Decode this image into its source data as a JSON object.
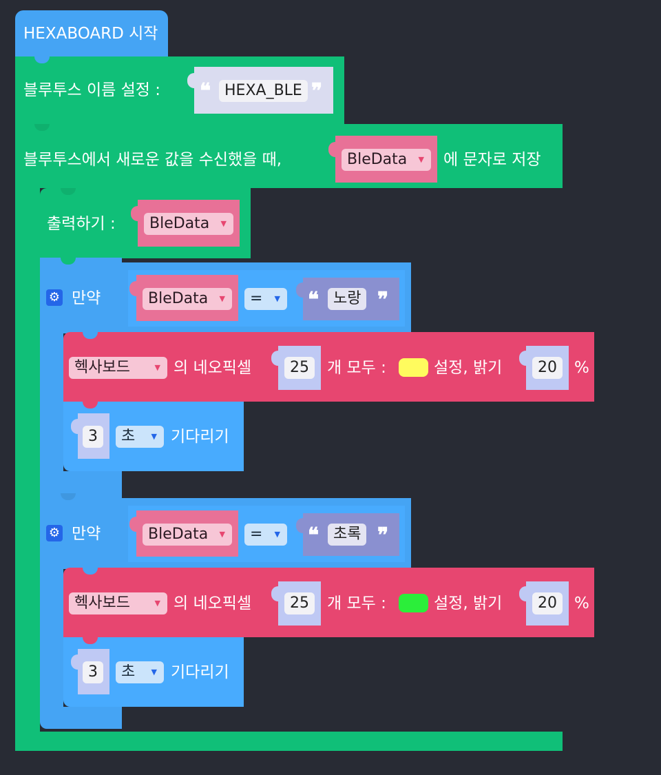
{
  "start_block": {
    "title": "HEXABOARD 시작"
  },
  "ble_name": {
    "label": "블루투스 이름 설정 :",
    "value": "HEXA_BLE"
  },
  "ble_receive": {
    "label_before": "블루투스에서 새로운 값을 수신했을 때,",
    "variable": "BleData",
    "label_after": "에 문자로 저장"
  },
  "print_block": {
    "label": "출력하기 :",
    "variable": "BleData"
  },
  "if_blocks": [
    {
      "label": "만약",
      "variable": "BleData",
      "operator": "=",
      "compare_value": "노랑",
      "neopixel": {
        "device": "헥사보드",
        "text1": "의 네오픽셀",
        "count": "25",
        "text2": "개 모두 :",
        "color": "#fffb5e",
        "text3": "설정, 밝기",
        "brightness": "20",
        "unit": "%"
      },
      "wait": {
        "amount": "3",
        "unit": "초",
        "label": "기다리기"
      }
    },
    {
      "label": "만약",
      "variable": "BleData",
      "operator": "=",
      "compare_value": "초록",
      "neopixel": {
        "device": "헥사보드",
        "text1": "의 네오픽셀",
        "count": "25",
        "text2": "개 모두 :",
        "color": "#2bee3a",
        "text3": "설정, 밝기",
        "brightness": "20",
        "unit": "%"
      },
      "wait": {
        "amount": "3",
        "unit": "초",
        "label": "기다리기"
      }
    }
  ],
  "colors": {
    "background": "#282b34",
    "start_blue": "#45a4f4",
    "bluetooth_green": "#10bf78",
    "neopixel_red": "#e74670",
    "variable_pink": "#e87197",
    "number_lavender": "#bfc9f4",
    "string_purple": "#8a90d0",
    "gear_blue": "#2466e8"
  },
  "icons": {
    "gear": "gear-icon",
    "dropdown": "triangle-down-icon",
    "quote": "quote-icon"
  }
}
